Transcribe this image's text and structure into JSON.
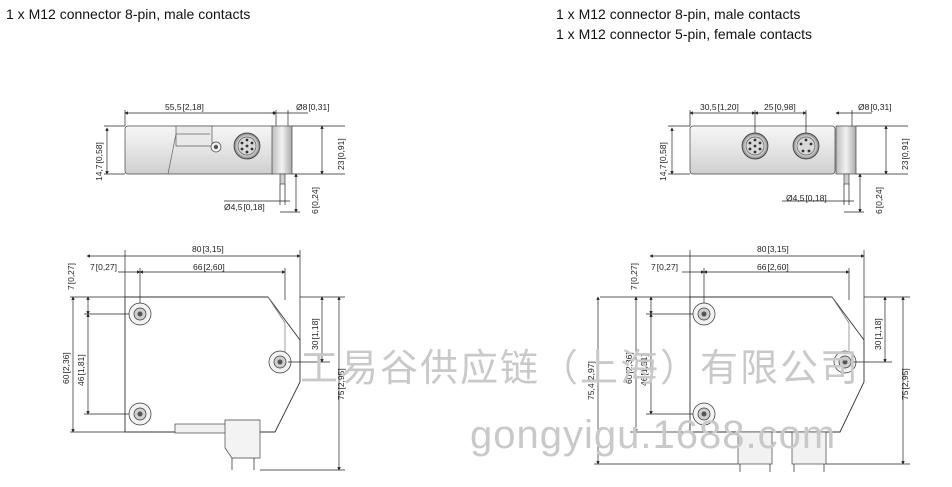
{
  "left": {
    "caption_lines": [
      "1 x M12 connector 8-pin, male contacts"
    ],
    "top_view": {
      "width": "55,5",
      "width_in": "[2,18]",
      "bore": "Ø8",
      "bore_in": "[0,31]",
      "height": "14,7",
      "height_in": "[0,58]",
      "total_height": "23",
      "total_height_in": "[0,91]",
      "stub": "6",
      "stub_in": "[0,24]",
      "pin_dia": "Ø4,5",
      "pin_dia_in": "[0,18]"
    },
    "front_view": {
      "total_width": "80",
      "total_width_in": "[3,15]",
      "hole_offset": "7",
      "hole_offset_in": "[0,27]",
      "hole_spacing": "66",
      "hole_spacing_in": "[2,60]",
      "top_offset": "7",
      "top_offset_in": "[0,27]",
      "height": "60",
      "height_in": "[2,36]",
      "hole_vertical": "46",
      "hole_vertical_in": "[1,81]",
      "side_hole": "30",
      "side_hole_in": "[1,18]",
      "total_height": "75",
      "total_height_in": "[2,95]"
    }
  },
  "right": {
    "caption_lines": [
      "1 x M12 connector 8-pin, male contacts",
      "1 x M12 connector 5-pin, female contacts"
    ],
    "top_view": {
      "dim_a": "30,5",
      "dim_a_in": "[1,20]",
      "dim_b": "25",
      "dim_b_in": "[0,98]",
      "bore": "Ø8",
      "bore_in": "[0,31]",
      "height": "14,7",
      "height_in": "[0,58]",
      "total_height": "23",
      "total_height_in": "[0,91]",
      "stub": "6",
      "stub_in": "[0,24]",
      "pin_dia": "Ø4,5",
      "pin_dia_in": "[0,18]"
    },
    "front_view": {
      "total_width": "80",
      "total_width_in": "[3,15]",
      "hole_offset": "7",
      "hole_offset_in": "[0,27]",
      "hole_spacing": "66",
      "hole_spacing_in": "[2,60]",
      "top_offset": "7",
      "top_offset_in": "[0,27]",
      "outer_height": "75,4",
      "outer_height_in": "[2,97]",
      "height": "60",
      "height_in": "[2,36]",
      "hole_vertical": "46",
      "hole_vertical_in": "[1,81]",
      "side_hole": "30",
      "side_hole_in": "[1,18]",
      "total_height": "75",
      "total_height_in": "[2,95]"
    }
  },
  "watermark": {
    "line1": "工易谷供应链（上海）有限公司",
    "line2": "gongyigu.1688.com"
  }
}
